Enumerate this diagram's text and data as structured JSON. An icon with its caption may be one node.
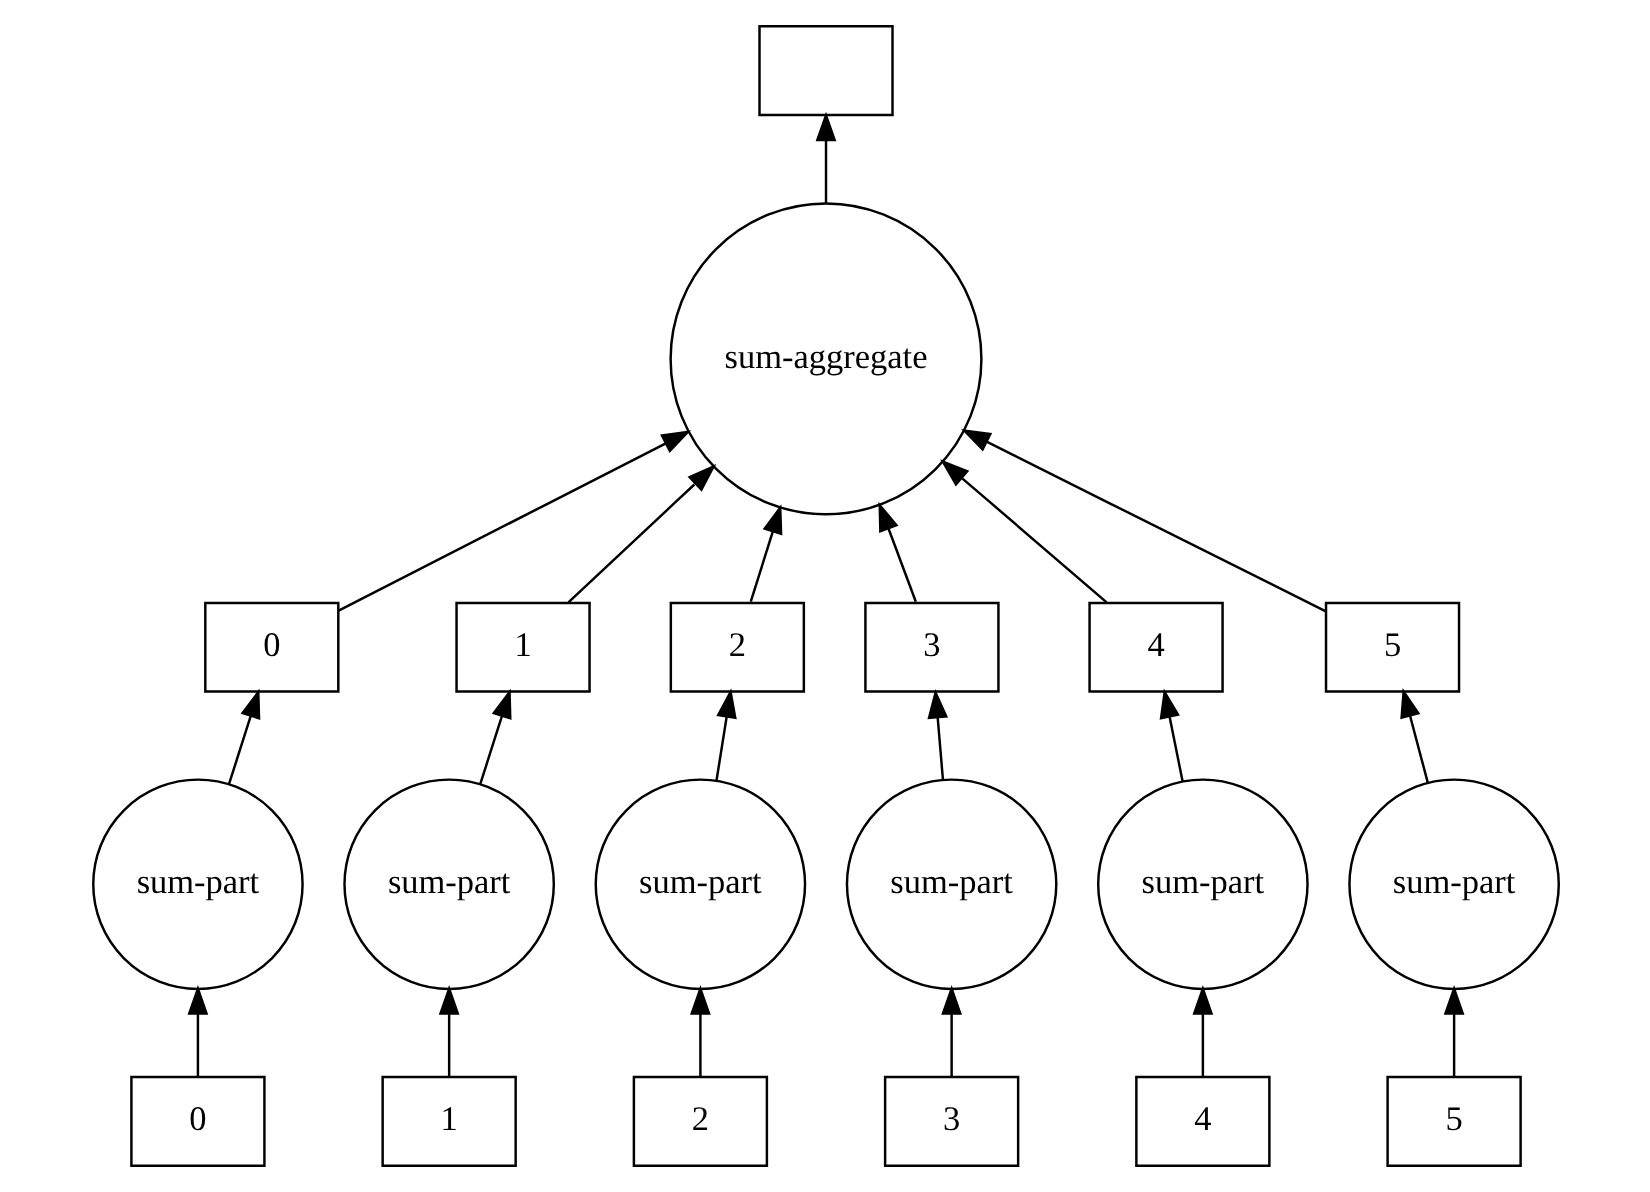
{
  "diagram": {
    "nodes": [
      {
        "text": [],
        "shape": "box"
      },
      {
        "text": [
          "sum-aggregate"
        ]
      },
      {
        "text": [
          "0"
        ]
      },
      {
        "text": [
          "1"
        ]
      },
      {
        "text": [
          "2"
        ]
      },
      {
        "text": [
          "3"
        ]
      },
      {
        "text": [
          "4"
        ]
      },
      {
        "text": [
          "5"
        ]
      },
      {
        "text": [
          "sum-part"
        ]
      },
      {
        "text": [
          "sum-part"
        ]
      },
      {
        "text": [
          "sum-part"
        ]
      },
      {
        "text": [
          "sum-part"
        ]
      },
      {
        "text": [
          "sum-part"
        ]
      },
      {
        "text": [
          "sum-part"
        ]
      },
      {
        "text": [
          "0"
        ]
      },
      {
        "text": [
          "1"
        ]
      },
      {
        "text": [
          "2"
        ]
      },
      {
        "text": [
          "3"
        ]
      },
      {
        "text": [
          "4"
        ]
      },
      {
        "text": [
          "5"
        ]
      }
    ],
    "edges": [
      {
        "from": 1,
        "to": 0,
        "arrow": "to"
      },
      {
        "from": 2,
        "to": 1,
        "arrow": "to"
      },
      {
        "from": 3,
        "to": 1,
        "arrow": "to"
      },
      {
        "from": 4,
        "to": 1,
        "arrow": "to"
      },
      {
        "from": 5,
        "to": 1,
        "arrow": "to"
      },
      {
        "from": 6,
        "to": 1,
        "arrow": "to"
      },
      {
        "from": 7,
        "to": 1,
        "arrow": "to"
      },
      {
        "from": 8,
        "to": 2,
        "arrow": "to"
      },
      {
        "from": 9,
        "to": 3,
        "arrow": "to"
      },
      {
        "from": 10,
        "to": 4,
        "arrow": "to"
      },
      {
        "from": 11,
        "to": 5,
        "arrow": "to"
      },
      {
        "from": 12,
        "to": 6,
        "arrow": "to"
      },
      {
        "from": 13,
        "to": 7,
        "arrow": "to"
      },
      {
        "from": 14,
        "to": 8,
        "arrow": "to"
      },
      {
        "from": 15,
        "to": 9,
        "arrow": "to"
      },
      {
        "from": 16,
        "to": 10,
        "arrow": "to"
      },
      {
        "from": 17,
        "to": 11,
        "arrow": "to"
      },
      {
        "from": 18,
        "to": 12,
        "arrow": "to"
      },
      {
        "from": 19,
        "to": 13,
        "arrow": "to"
      }
    ]
  }
}
